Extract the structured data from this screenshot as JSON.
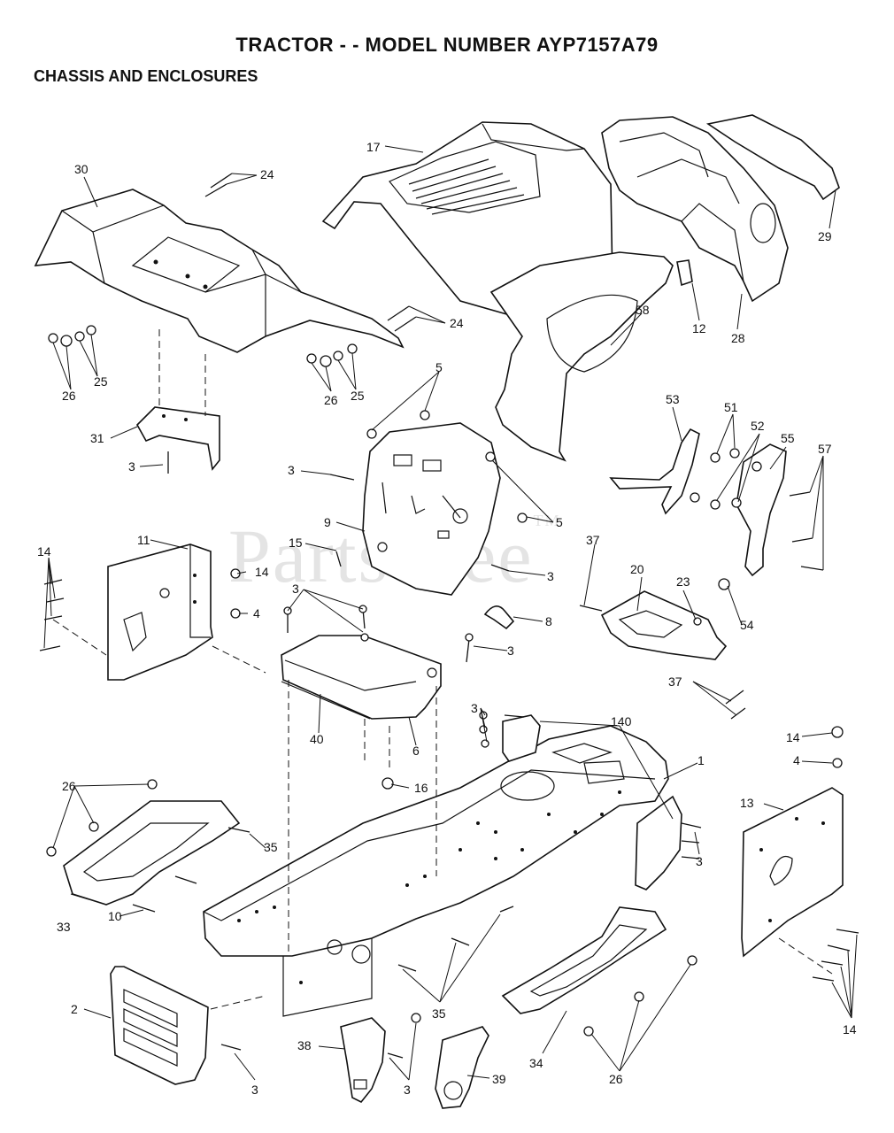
{
  "header": {
    "title": "TRACTOR - - MODEL NUMBER AYP7157A79",
    "subtitle": "CHASSIS AND ENCLOSURES"
  },
  "watermark": {
    "text": "PartsTree",
    "mark": "TM"
  },
  "callouts": [
    {
      "id": "c-30",
      "text": "30"
    },
    {
      "id": "c-24a",
      "text": "24"
    },
    {
      "id": "c-17",
      "text": "17"
    },
    {
      "id": "c-29",
      "text": "29"
    },
    {
      "id": "c-24b",
      "text": "24"
    },
    {
      "id": "c-12",
      "text": "12"
    },
    {
      "id": "c-28",
      "text": "28"
    },
    {
      "id": "c-58",
      "text": "58"
    },
    {
      "id": "c-26a",
      "text": "26"
    },
    {
      "id": "c-25a",
      "text": "25"
    },
    {
      "id": "c-26b",
      "text": "26"
    },
    {
      "id": "c-25b",
      "text": "25"
    },
    {
      "id": "c-5a",
      "text": "5"
    },
    {
      "id": "c-53",
      "text": "53"
    },
    {
      "id": "c-51",
      "text": "51"
    },
    {
      "id": "c-52",
      "text": "52"
    },
    {
      "id": "c-55",
      "text": "55"
    },
    {
      "id": "c-57",
      "text": "57"
    },
    {
      "id": "c-31",
      "text": "31"
    },
    {
      "id": "c-3a",
      "text": "3"
    },
    {
      "id": "c-3b",
      "text": "3"
    },
    {
      "id": "c-9",
      "text": "9"
    },
    {
      "id": "c-5b",
      "text": "5"
    },
    {
      "id": "c-11",
      "text": "11"
    },
    {
      "id": "c-14a",
      "text": "14"
    },
    {
      "id": "c-15",
      "text": "15"
    },
    {
      "id": "c-14b",
      "text": "14"
    },
    {
      "id": "c-3c",
      "text": "3"
    },
    {
      "id": "c-37a",
      "text": "37"
    },
    {
      "id": "c-20",
      "text": "20"
    },
    {
      "id": "c-23",
      "text": "23"
    },
    {
      "id": "c-4a",
      "text": "4"
    },
    {
      "id": "c-3d",
      "text": "3"
    },
    {
      "id": "c-8",
      "text": "8"
    },
    {
      "id": "c-54",
      "text": "54"
    },
    {
      "id": "c-3e",
      "text": "3"
    },
    {
      "id": "c-37b",
      "text": "37"
    },
    {
      "id": "c-40",
      "text": "40"
    },
    {
      "id": "c-6",
      "text": "6"
    },
    {
      "id": "c-3f",
      "text": "3"
    },
    {
      "id": "c-140",
      "text": "140"
    },
    {
      "id": "c-14c",
      "text": "14"
    },
    {
      "id": "c-1",
      "text": "1"
    },
    {
      "id": "c-4b",
      "text": "4"
    },
    {
      "id": "c-26c",
      "text": "26"
    },
    {
      "id": "c-16",
      "text": "16"
    },
    {
      "id": "c-13",
      "text": "13"
    },
    {
      "id": "c-35a",
      "text": "35"
    },
    {
      "id": "c-3g",
      "text": "3"
    },
    {
      "id": "c-33",
      "text": "33"
    },
    {
      "id": "c-10",
      "text": "10"
    },
    {
      "id": "c-2",
      "text": "2"
    },
    {
      "id": "c-35b",
      "text": "35"
    },
    {
      "id": "c-14d",
      "text": "14"
    },
    {
      "id": "c-38",
      "text": "38"
    },
    {
      "id": "c-34",
      "text": "34"
    },
    {
      "id": "c-26d",
      "text": "26"
    },
    {
      "id": "c-39",
      "text": "39"
    },
    {
      "id": "c-3h",
      "text": "3"
    },
    {
      "id": "c-3i",
      "text": "3"
    }
  ]
}
